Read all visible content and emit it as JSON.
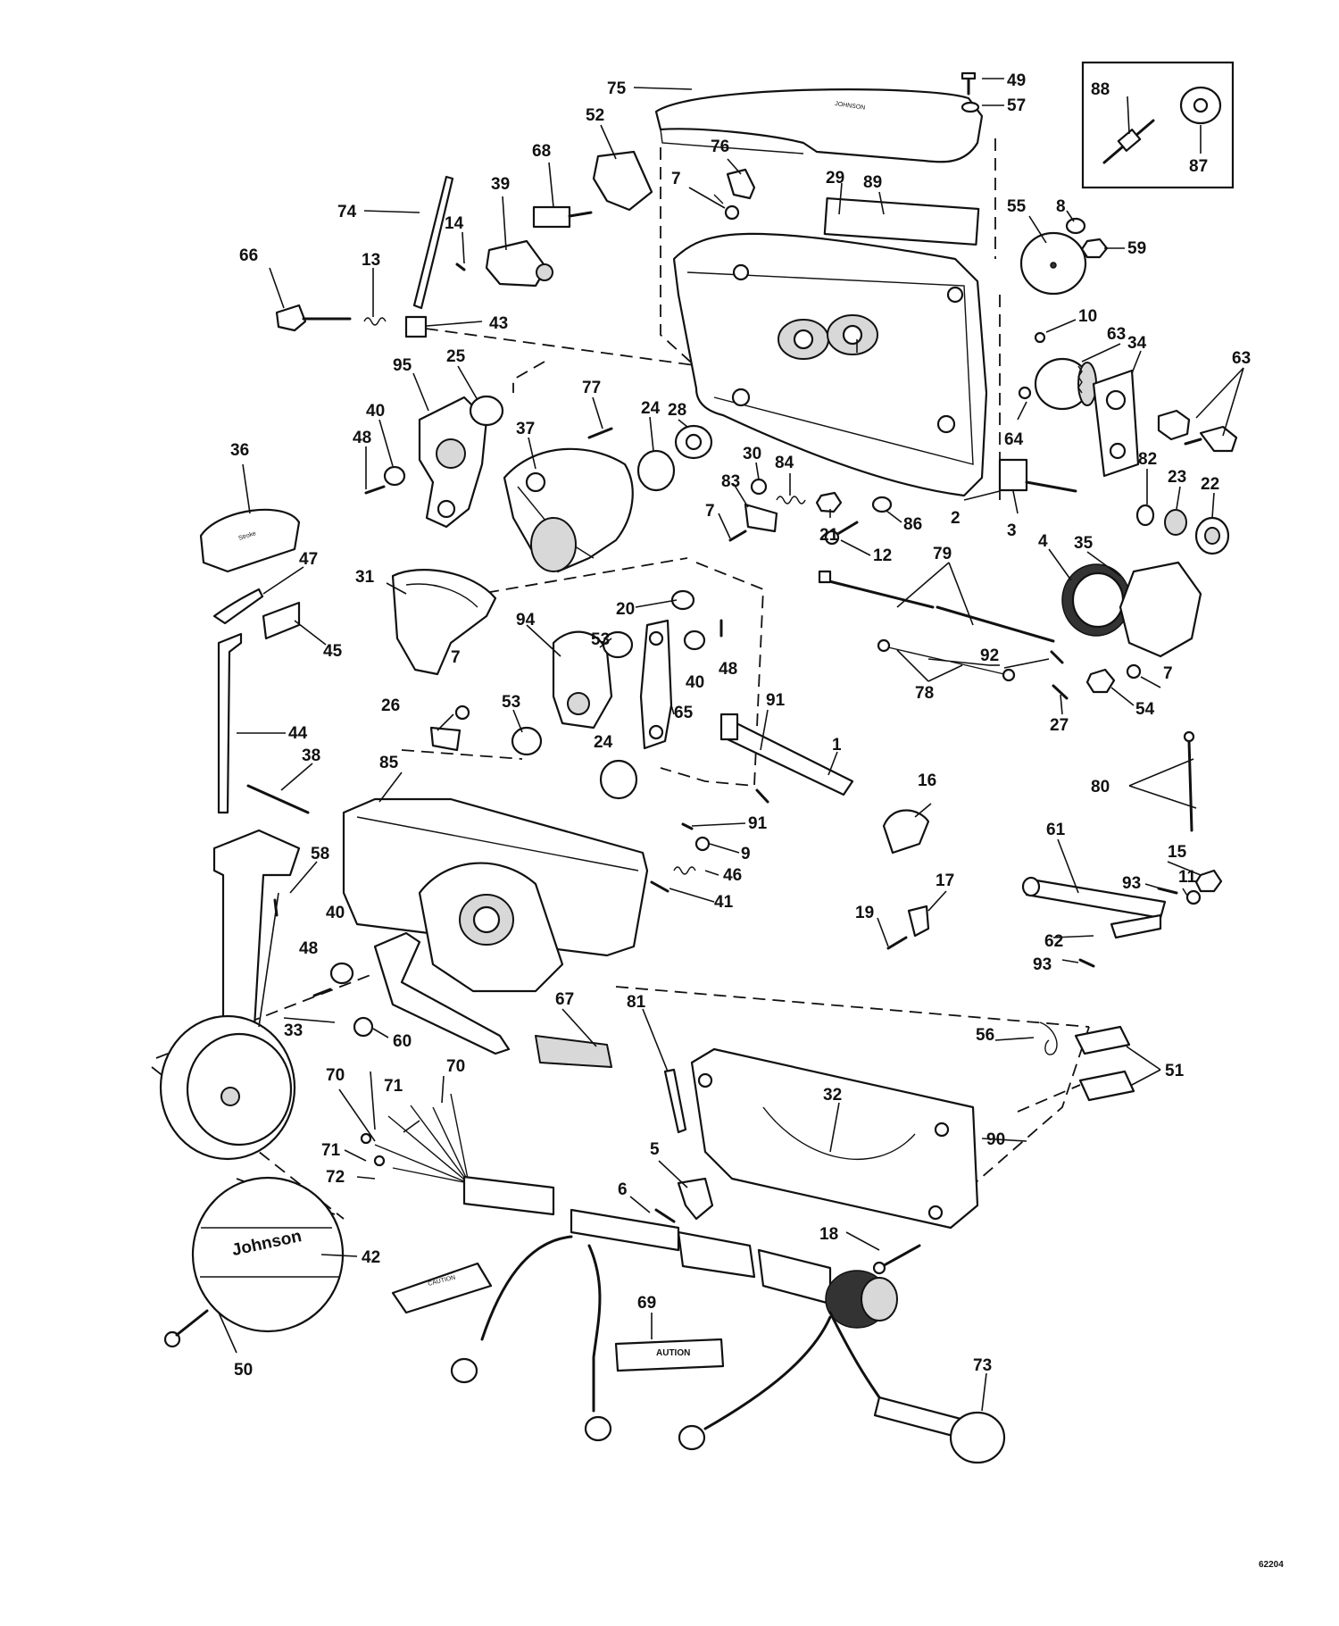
{
  "figure_code": "62204",
  "brand_text": "Johnson",
  "label_69_text": "AUTION",
  "label_small_text": "CAUTION",
  "callouts": [
    "75",
    "49",
    "57",
    "88",
    "87",
    "52",
    "68",
    "76",
    "7",
    "29",
    "89",
    "39",
    "74",
    "14",
    "13",
    "66",
    "43",
    "55",
    "8",
    "59",
    "10",
    "63",
    "95",
    "25",
    "77",
    "40",
    "48",
    "37",
    "24",
    "28",
    "30",
    "84",
    "34",
    "64",
    "36",
    "83",
    "21",
    "86",
    "2",
    "3",
    "82",
    "23",
    "22",
    "12",
    "79",
    "4",
    "35",
    "47",
    "31",
    "20",
    "45",
    "94",
    "53",
    "65",
    "92",
    "78",
    "27",
    "54",
    "44",
    "26",
    "91",
    "1",
    "38",
    "85",
    "16",
    "80",
    "9",
    "46",
    "41",
    "61",
    "15",
    "58",
    "11",
    "93",
    "17",
    "19",
    "62",
    "33",
    "60",
    "67",
    "56",
    "51",
    "81",
    "32",
    "70",
    "71",
    "72",
    "90",
    "5",
    "6",
    "18",
    "42",
    "50",
    "69",
    "73"
  ]
}
